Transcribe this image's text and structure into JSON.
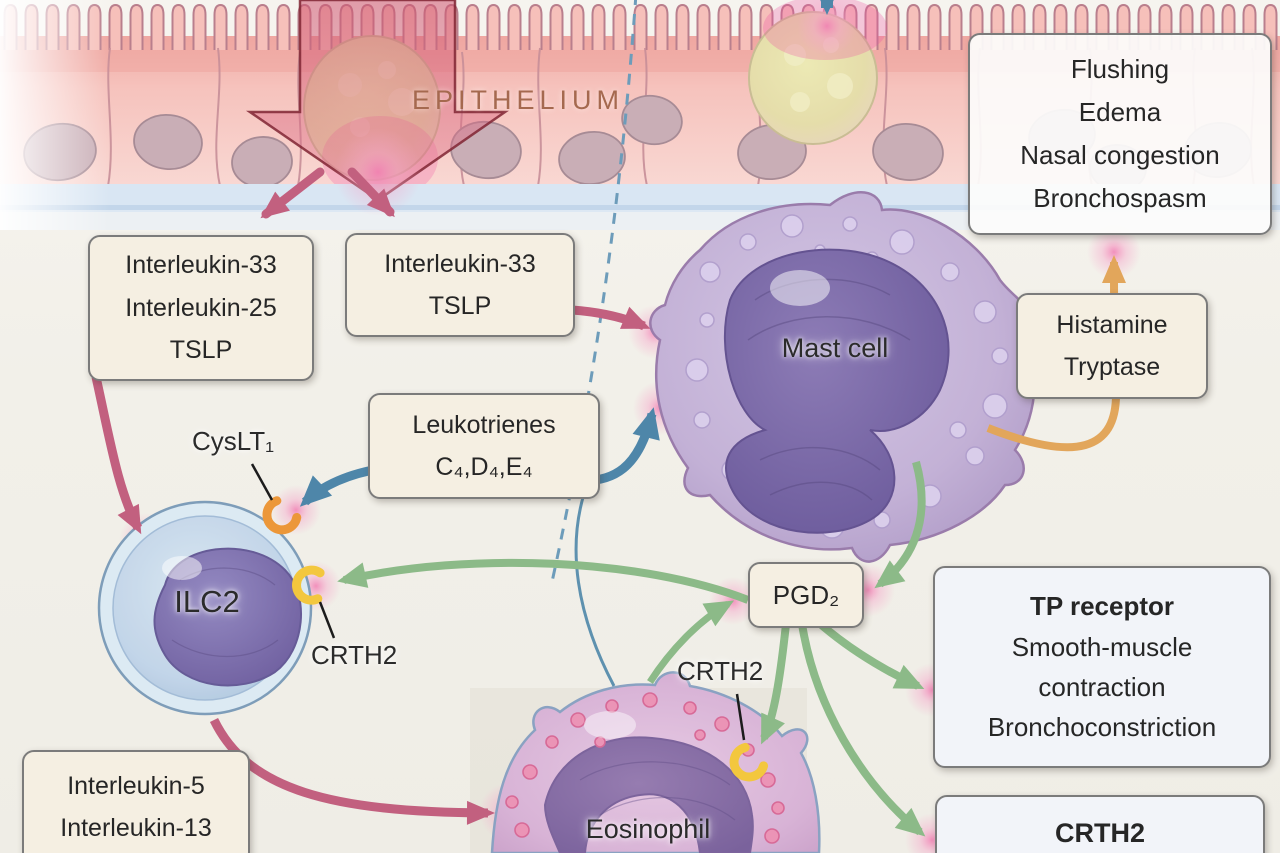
{
  "figure": {
    "subject": "Mast-cell mediator pathway diagram",
    "epithelium_label": "EPITHELIUM"
  },
  "boxes": {
    "cytokines_left": {
      "lines": [
        "Interleukin-33",
        "Interleukin-25",
        "TSLP"
      ]
    },
    "cytokines_mid": {
      "lines": [
        "Interleukin-33",
        "TSLP"
      ]
    },
    "symptoms": {
      "lines": [
        "Flushing",
        "Edema",
        "Nasal congestion",
        "Bronchospasm"
      ]
    },
    "histamine": {
      "lines": [
        "Histamine",
        "Tryptase"
      ]
    },
    "leukotrienes": {
      "lines": [
        "Leukotrienes",
        "C₄,D₄,E₄"
      ]
    },
    "pgd2": {
      "label": "PGD₂"
    },
    "tp_receptor": {
      "title": "TP receptor",
      "lines": [
        "Smooth-muscle",
        "contraction",
        "Bronchoconstriction"
      ]
    },
    "crth2_effects": {
      "label": "CRTH2"
    },
    "cytokines_bottom": {
      "lines": [
        "Interleukin-5",
        "Interleukin-13"
      ]
    }
  },
  "cells": {
    "mast": {
      "label": "Mast cell"
    },
    "ilc2": {
      "label": "ILC2"
    },
    "eosinophil": {
      "label": "Eosinophil"
    }
  },
  "receptors": {
    "cyslt1": {
      "label": "CysLT₁"
    },
    "crth2_ilc2": {
      "label": "CRTH2"
    },
    "crth2_eosinophil": {
      "label": "CRTH2"
    }
  },
  "colors": {
    "arrow_pink": "#c2607f",
    "arrow_blue": "#4e86a9",
    "arrow_green": "#8cba88",
    "arrow_orange": "#e2a65b",
    "glow_pink": "#f27fb4",
    "box_cream": "#f5efe2",
    "box_white": "#fcfcfb",
    "epithelium_text": "#a5694f"
  }
}
